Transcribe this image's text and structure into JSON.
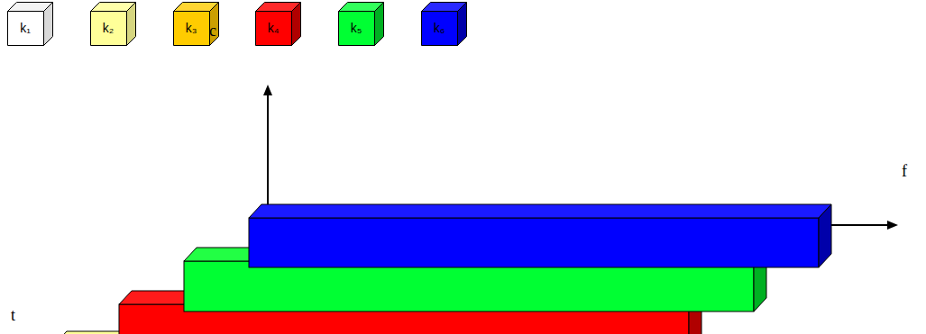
{
  "diagram": {
    "nodes": [
      {
        "text": [
          "k₁"
        ]
      },
      {
        "text": [
          "k₂"
        ]
      },
      {
        "text": [
          "k₃"
        ]
      },
      {
        "text": [
          "k₄"
        ]
      },
      {
        "text": [
          "k₅"
        ]
      },
      {
        "text": [
          "k₆"
        ]
      }
    ],
    "labels": [
      "c",
      "f",
      "t"
    ]
  }
}
